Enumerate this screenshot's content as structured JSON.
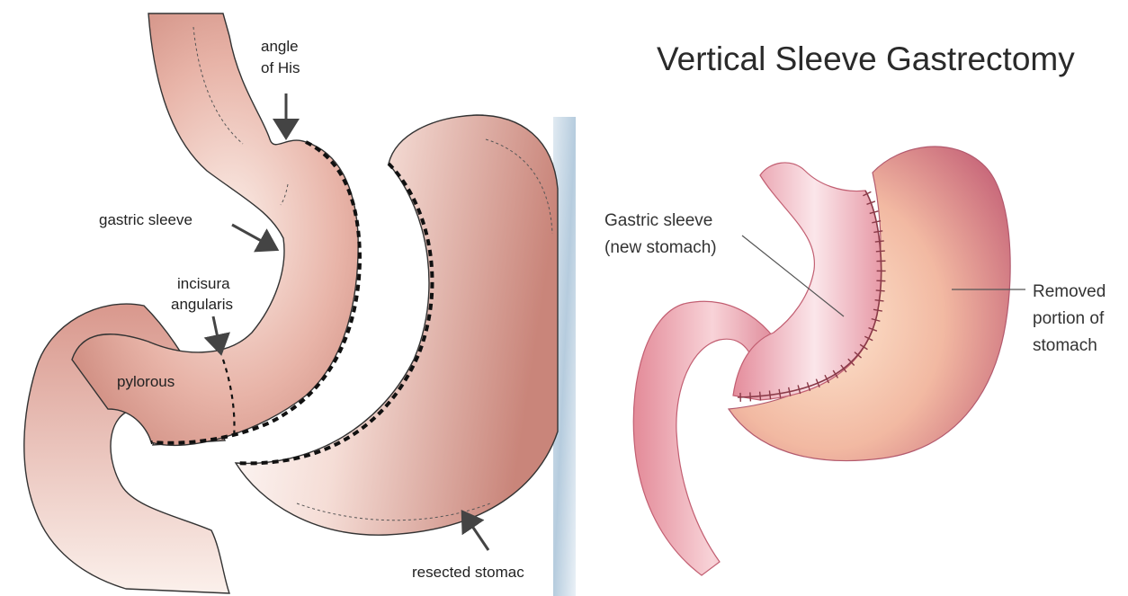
{
  "left_panel": {
    "labels": {
      "angle_of_his_line1": "angle",
      "angle_of_his_line2": "of His",
      "gastric_sleeve": "gastric sleeve",
      "incisura_line1": "incisura",
      "incisura_line2": "angularis",
      "pylorous": "pylorous",
      "resected_stomach": "resected stomac"
    }
  },
  "right_panel": {
    "title": "Vertical Sleeve Gastrectomy",
    "labels": {
      "sleeve_line1": "Gastric sleeve",
      "sleeve_line2": "(new stomach)",
      "removed_line1": "Removed",
      "removed_line2": "portion of",
      "removed_line3": "stomach"
    }
  },
  "colors": {
    "tissue_dark": "#cf8f84",
    "tissue_light": "#fbf1ec",
    "outline": "#333333",
    "divider_tint": "#a9c3d8",
    "right_tissue": "#e08f9c",
    "right_removed": "#f6c8a9"
  }
}
